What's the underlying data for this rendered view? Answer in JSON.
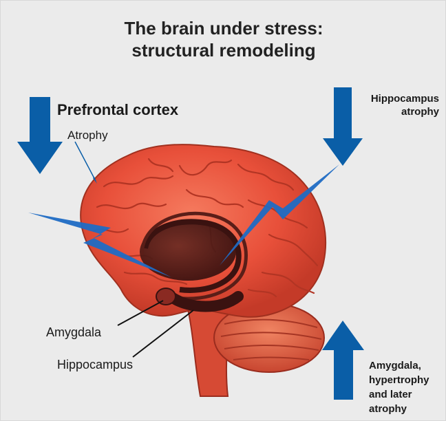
{
  "title": {
    "line1": "The brain under stress:",
    "line2": "structural remodeling"
  },
  "labels": {
    "prefrontal_cortex": "Prefrontal cortex",
    "atrophy": "Atrophy",
    "hippocampus_top_line1": "Hippocampus",
    "hippocampus_top_line2": "atrophy",
    "amygdala": "Amygdala",
    "hippocampus": "Hippocampus",
    "amygdala_right_line1": "Amygdala,",
    "amygdala_right_line2": "hypertrophy",
    "amygdala_right_line3": "and later",
    "amygdala_right_line4": "atrophy"
  },
  "colors": {
    "arrow": "#0a5ea7",
    "bolt": "#1f6cc4",
    "brain": "#e8503a",
    "brain_dark": "#b83222",
    "limbic": "#4a1a16"
  }
}
